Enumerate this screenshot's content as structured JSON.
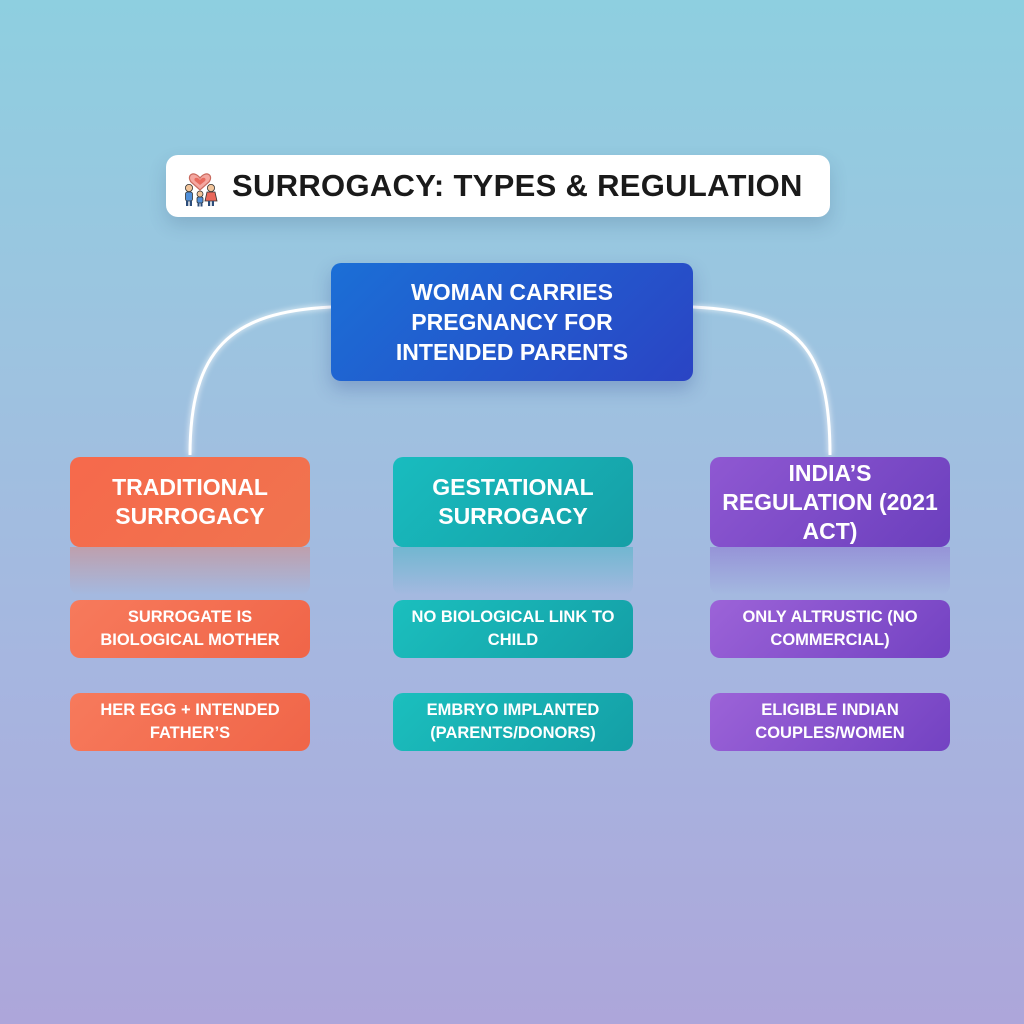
{
  "title": {
    "text": "SURROGACY: TYPES & REGULATION",
    "icon": "family-heart-icon"
  },
  "root": {
    "text": "WOMAN CARRIES PREGNANCY FOR INTENDED PARENTS"
  },
  "columns": [
    {
      "heading": "TRADITIONAL SURROGACY",
      "color": "#f26b4d",
      "items": [
        "SURROGATE IS BIOLOGICAL MOTHER",
        "HER EGG + INTENDED FATHER’S"
      ]
    },
    {
      "heading": "GESTATIONAL SURROGACY",
      "color": "#17aeb3",
      "items": [
        "NO BIOLOGICAL LINK TO CHILD",
        "EMBRYO IMPLANTED (PARENTS/DONORS)"
      ]
    },
    {
      "heading": "INDIA’S REGULATION (2021 ACT)",
      "color": "#7e4ac8",
      "items": [
        "ONLY ALTRUSTIC (NO COMMERCIAL)",
        "ELIGIBLE INDIAN COUPLES/WOMEN"
      ]
    }
  ]
}
